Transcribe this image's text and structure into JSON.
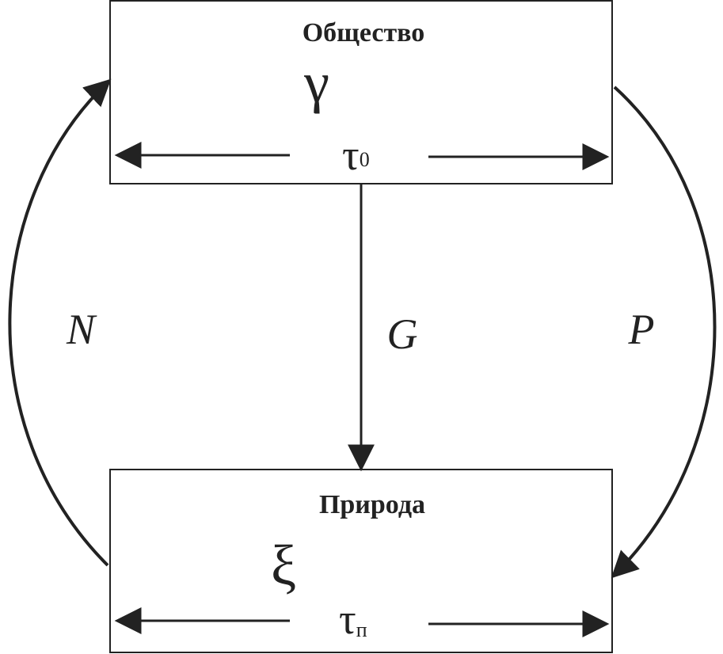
{
  "society": {
    "title": "Общество",
    "symbol": "γ",
    "time": "τ",
    "time_subscript": "0"
  },
  "nature": {
    "title": "Природа",
    "symbol": "ξ",
    "time": "τ",
    "time_subscript": "п"
  },
  "flows": {
    "nature_to_society": "N",
    "society_to_nature_direct": "G",
    "society_to_nature_arc": "P"
  },
  "colors": {
    "stroke": "#222222",
    "background": "#ffffff"
  }
}
